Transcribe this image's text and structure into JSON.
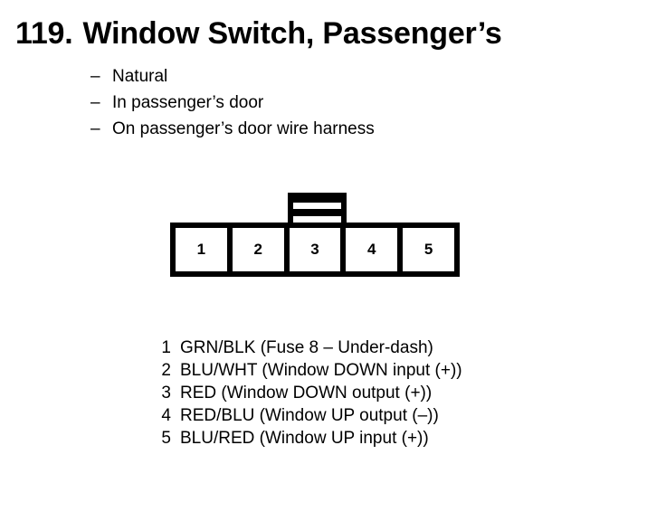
{
  "page": {
    "background_color": "#ffffff",
    "ink_color": "#000000"
  },
  "header": {
    "item_number": "119.",
    "title": "Window Switch, Passenger’s"
  },
  "attributes": {
    "dash": "–",
    "items": [
      {
        "text": "Natural"
      },
      {
        "text": "In passenger’s door"
      },
      {
        "text": "On passenger’s door wire harness"
      }
    ]
  },
  "connector": {
    "type": "5-pin-connector-end-view",
    "locking_tab": {
      "position": "above-pin-3",
      "slot_count": 2
    },
    "pins": [
      {
        "number": "1"
      },
      {
        "number": "2"
      },
      {
        "number": "3"
      },
      {
        "number": "4"
      },
      {
        "number": "5"
      }
    ]
  },
  "legend": {
    "rows": [
      {
        "number": "1",
        "description": "GRN/BLK (Fuse 8 – Under-dash)"
      },
      {
        "number": "2",
        "description": "BLU/WHT (Window DOWN input (+))"
      },
      {
        "number": "3",
        "description": "RED (Window DOWN output (+))"
      },
      {
        "number": "4",
        "description": "RED/BLU (Window UP output (–))"
      },
      {
        "number": "5",
        "description": "BLU/RED (Window UP input (+))"
      }
    ]
  }
}
